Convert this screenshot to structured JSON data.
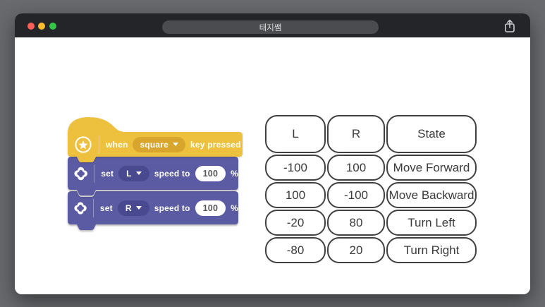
{
  "window": {
    "title": "태지쌤"
  },
  "colors": {
    "hat_block": "#EDC13E",
    "hat_dropdown": "#D8A62C",
    "motor_block": "#5B5BA4",
    "motor_dropdown": "#49498F",
    "table_border": "#404040",
    "titlebar": "#242528"
  },
  "blocks": {
    "hat": {
      "prefix": "when",
      "key_option": "square",
      "suffix": "key pressed"
    },
    "set_blocks": [
      {
        "set": "set",
        "port": "L",
        "mid": "speed to",
        "value": "100",
        "unit": "%"
      },
      {
        "set": "set",
        "port": "R",
        "mid": "speed to",
        "value": "100",
        "unit": "%"
      }
    ]
  },
  "table": {
    "headers": [
      "L",
      "R",
      "State"
    ],
    "rows": [
      [
        "-100",
        "100",
        "Move Forward"
      ],
      [
        "100",
        "-100",
        "Move Backward"
      ],
      [
        "-20",
        "80",
        "Turn Left"
      ],
      [
        "-80",
        "20",
        "Turn Right"
      ]
    ]
  }
}
